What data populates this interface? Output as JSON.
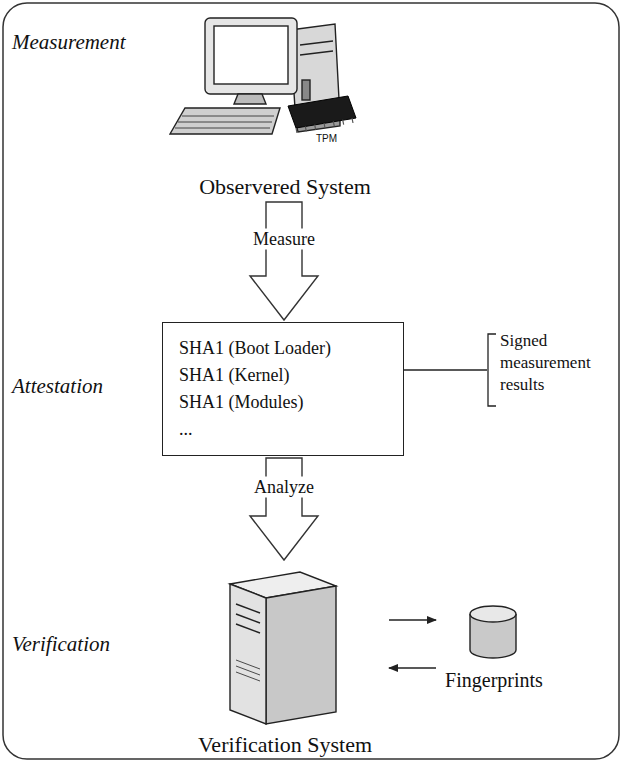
{
  "diagram": {
    "nodes": [
      {
        "text": [
          "Observered System"
        ]
      },
      {
        "text": [
          "SHA1 (Boot Loader)",
          "SHA1 (Kernel)",
          "SHA1 (Modules)",
          "..."
        ]
      },
      {
        "text": [
          "Verification System"
        ]
      },
      {
        "text": [
          "Fingerprints"
        ]
      }
    ],
    "edges": [
      {
        "from": 0,
        "to": 1,
        "label": "Measure",
        "arrow": "to"
      },
      {
        "from": 1,
        "to": 2,
        "label": "Analyze",
        "arrow": "to"
      },
      {
        "from": 2,
        "to": 3,
        "arrow": "to"
      },
      {
        "from": 3,
        "to": 2,
        "arrow": "to"
      }
    ],
    "labels": [
      "Measurement",
      "TPM",
      "Attestation",
      "Signed measurement results",
      "Verification"
    ]
  }
}
